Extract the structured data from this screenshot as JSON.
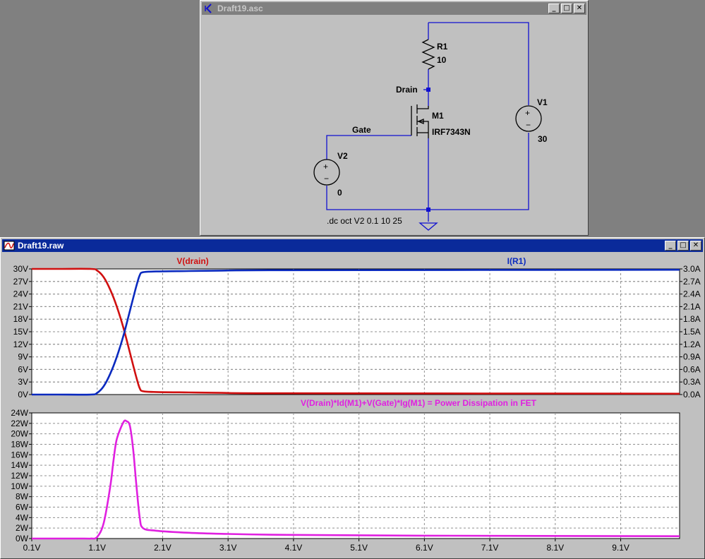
{
  "schematic_window": {
    "title": "Draft19.asc",
    "components": {
      "r1_name": "R1",
      "r1_value": "10",
      "v1_name": "V1",
      "v1_value": "30",
      "v2_name": "V2",
      "v2_value": "0",
      "m1_name": "M1",
      "m1_model": "IRF7343N"
    },
    "nets": {
      "drain": "Drain",
      "gate": "Gate"
    },
    "directive": ".dc oct V2 0.1 10 25"
  },
  "waveform_window": {
    "title": "Draft19.raw",
    "top_pane": {
      "left_trace_label": "V(drain)",
      "right_trace_label": "I(R1)",
      "left_ticks": [
        "30V",
        "27V",
        "24V",
        "21V",
        "18V",
        "15V",
        "12V",
        "9V",
        "6V",
        "3V",
        "0V"
      ],
      "right_ticks": [
        "3.0A",
        "2.7A",
        "2.4A",
        "2.1A",
        "1.8A",
        "1.5A",
        "1.2A",
        "0.9A",
        "0.6A",
        "0.3A",
        "0.0A"
      ]
    },
    "bottom_pane": {
      "trace_label": "V(Drain)*Id(M1)+V(Gate)*Ig(M1)  = Power Dissipation in FET",
      "left_ticks": [
        "24W",
        "22W",
        "20W",
        "18W",
        "16W",
        "14W",
        "12W",
        "10W",
        "8W",
        "6W",
        "4W",
        "2W",
        "0W"
      ]
    },
    "x_ticks": [
      "0.1V",
      "1.1V",
      "2.1V",
      "3.1V",
      "4.1V",
      "5.1V",
      "6.1V",
      "7.1V",
      "8.1V",
      "9.1V"
    ]
  },
  "colors": {
    "v_drain": "#d01010",
    "i_r1": "#0a2abf",
    "power": "#e020e0",
    "wire": "#1010d0"
  },
  "chart_data": [
    {
      "type": "line",
      "xlim": [
        0.1,
        10
      ],
      "ylim": [
        0,
        30
      ],
      "y2lim": [
        0,
        3.0
      ],
      "grid": true,
      "series": [
        {
          "name": "V(drain)",
          "axis": "left",
          "unit": "V",
          "x": [
            0.1,
            0.5,
            1.0,
            1.1,
            1.2,
            1.3,
            1.4,
            1.5,
            1.6,
            1.7,
            1.75,
            1.8,
            2.0,
            2.5,
            3.0,
            4.0,
            10.0
          ],
          "y": [
            30,
            30,
            30,
            29.6,
            28,
            25,
            21,
            16,
            10,
            4,
            1.5,
            0.8,
            0.6,
            0.5,
            0.4,
            0.3,
            0.2
          ]
        },
        {
          "name": "I(R1)",
          "axis": "right",
          "unit": "A",
          "x": [
            0.1,
            0.5,
            1.0,
            1.1,
            1.2,
            1.3,
            1.4,
            1.5,
            1.6,
            1.7,
            1.75,
            1.8,
            2.0,
            2.5,
            3.0,
            4.0,
            10.0
          ],
          "y": [
            0,
            0,
            0,
            0.04,
            0.2,
            0.5,
            0.9,
            1.4,
            2.0,
            2.6,
            2.85,
            2.92,
            2.94,
            2.95,
            2.96,
            2.97,
            2.98
          ]
        }
      ]
    },
    {
      "type": "line",
      "xlim": [
        0.1,
        10
      ],
      "ylim": [
        0,
        24
      ],
      "grid": true,
      "series": [
        {
          "name": "V(Drain)*Id(M1)+V(Gate)*Ig(M1)  = Power Dissipation in FET",
          "unit": "W",
          "x": [
            0.1,
            0.9,
            1.0,
            1.1,
            1.2,
            1.3,
            1.35,
            1.4,
            1.5,
            1.55,
            1.6,
            1.65,
            1.7,
            1.75,
            1.8,
            2.0,
            2.5,
            3.0,
            4.0,
            6.0,
            10.0
          ],
          "y": [
            0,
            0,
            0,
            0.3,
            3,
            10,
            15,
            19,
            22.2,
            22.4,
            21.5,
            17,
            10,
            4,
            2,
            1.5,
            1.1,
            0.9,
            0.7,
            0.55,
            0.45
          ]
        }
      ]
    }
  ]
}
